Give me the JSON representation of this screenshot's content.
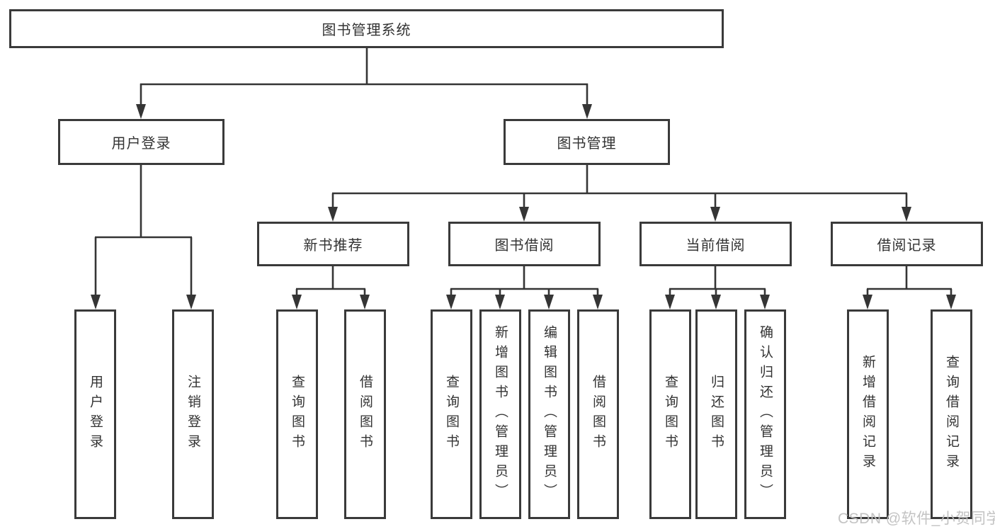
{
  "diagram": {
    "root": {
      "label": "图书管理系统"
    },
    "level2": {
      "user_login": {
        "label": "用户登录"
      },
      "book_mgmt": {
        "label": "图书管理"
      }
    },
    "level3": {
      "new_books": {
        "label": "新书推荐"
      },
      "book_borrow": {
        "label": "图书借阅"
      },
      "current_borrow": {
        "label": "当前借阅"
      },
      "borrow_records": {
        "label": "借阅记录"
      }
    },
    "leaves": {
      "login": "用户登录",
      "logout": "注销登录",
      "nb_query": "查询图书",
      "nb_borrow": "借阅图书",
      "bb_query": "查询图书",
      "bb_add": "新增图书（管理员）",
      "bb_edit": "编辑图书（管理员）",
      "bb_borrow": "借阅图书",
      "cb_query": "查询图书",
      "cb_return": "归还图书",
      "cb_confirm": "确认归还（管理员）",
      "br_add": "新增借阅记录",
      "br_query": "查询借阅记录"
    }
  },
  "watermark": "CSDN @软件_小贺同学",
  "colors": {
    "line": "#353535",
    "box_border": "#3a3a3a",
    "text": "#333333",
    "background": "#ffffff",
    "watermark": "#c0c0c0"
  }
}
